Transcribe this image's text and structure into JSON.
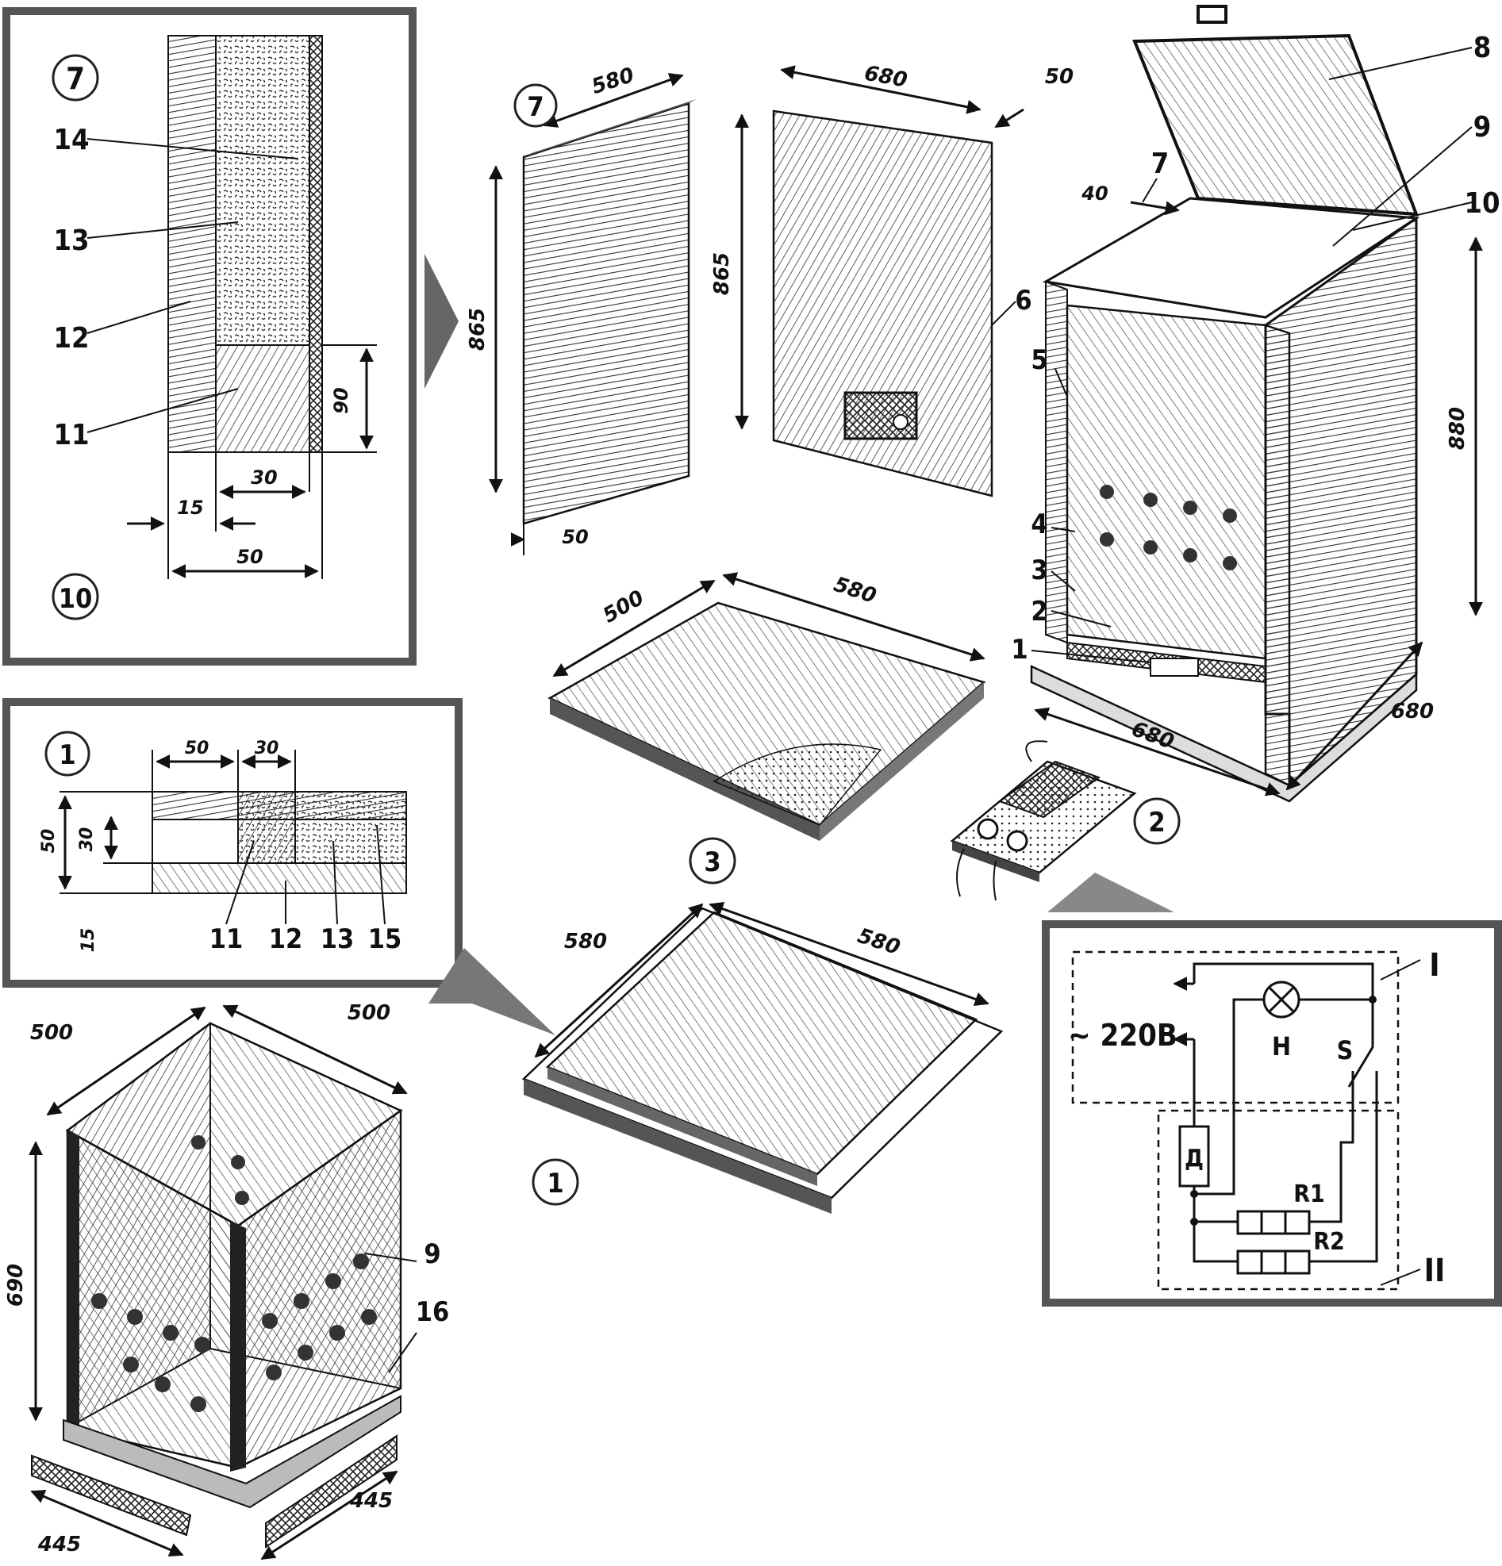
{
  "panels": {
    "wall_section": {
      "markers": [
        "7",
        "10"
      ],
      "callouts": [
        "14",
        "13",
        "12",
        "11"
      ],
      "dims": [
        "90",
        "30",
        "15",
        "50"
      ]
    },
    "bottom_section": {
      "marker": "1",
      "callouts": [
        "11",
        "12",
        "13",
        "15"
      ],
      "dims": [
        "50",
        "30",
        "50",
        "30",
        "15"
      ]
    },
    "side_panel": {
      "marker": "7",
      "dims": [
        "580",
        "865",
        "50"
      ]
    },
    "back_panel": {
      "callout": "6",
      "dims": [
        "680",
        "50",
        "865"
      ]
    },
    "bottom_board": {
      "marker": "3",
      "dims": [
        "500",
        "580"
      ]
    },
    "base_board": {
      "marker": "1",
      "dims": [
        "580",
        "580"
      ]
    },
    "cabinet": {
      "marker": "2",
      "callouts": [
        "8",
        "9",
        "7",
        "10",
        "5",
        "4",
        "3",
        "2",
        "1"
      ],
      "dims": [
        "40",
        "880",
        "680",
        "680"
      ]
    },
    "inner_box": {
      "callouts": [
        "9",
        "16"
      ],
      "dims": [
        "500",
        "500",
        "690",
        "445",
        "445"
      ]
    },
    "schematic": {
      "supply": "~ 220В",
      "lamp": "Н",
      "switch": "S",
      "sensor": "Д",
      "resistor1": "R1",
      "resistor2": "R2",
      "block1": "I",
      "block2": "II"
    }
  },
  "colors": {
    "ink": "#111111",
    "paper": "#ffffff",
    "frame": "#555555",
    "arrow": "#666666"
  }
}
